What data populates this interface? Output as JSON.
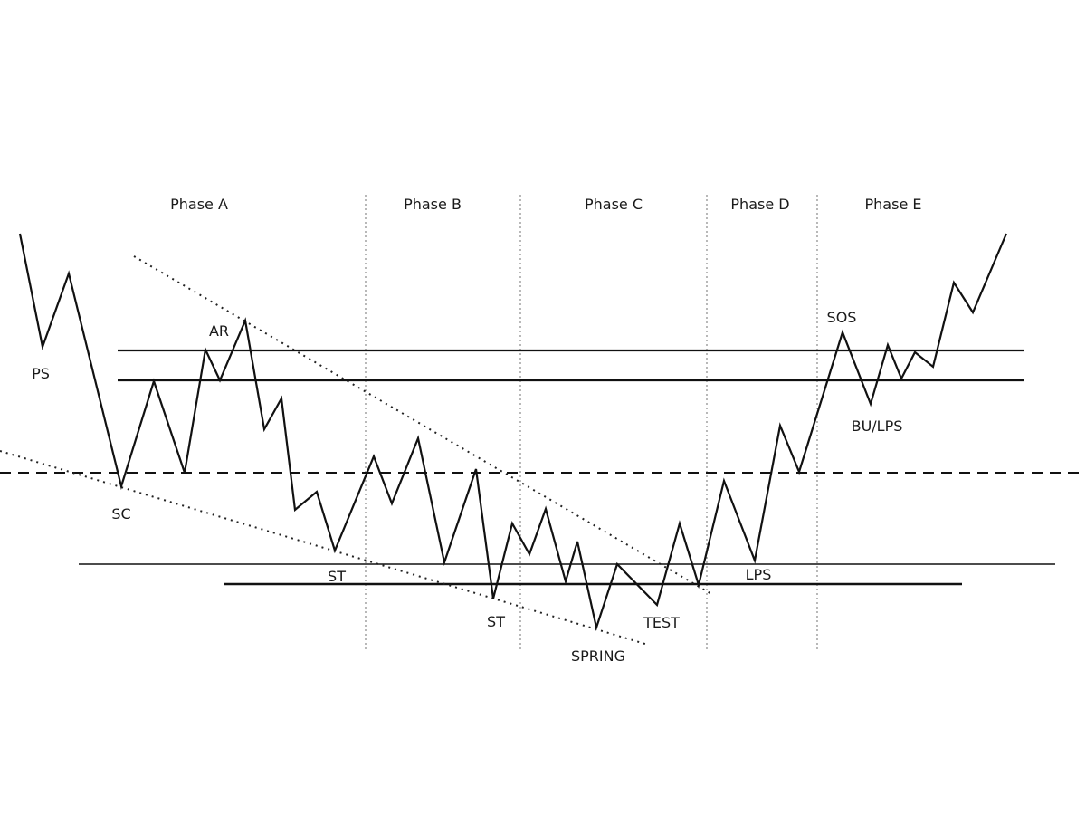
{
  "diagram": {
    "phases": [
      {
        "label": "Phase A"
      },
      {
        "label": "Phase B"
      },
      {
        "label": "Phase C"
      },
      {
        "label": "Phase D"
      },
      {
        "label": "Phase E"
      }
    ],
    "events": {
      "ps": "PS",
      "sc": "SC",
      "ar": "AR",
      "st1": "ST",
      "st2": "ST",
      "spring": "SPRING",
      "test": "TEST",
      "lps": "LPS",
      "sos": "SOS",
      "bu_lps": "BU/LPS"
    },
    "colors": {
      "line": "#111111",
      "divider": "#8a8a8a",
      "background": "#ffffff"
    }
  }
}
